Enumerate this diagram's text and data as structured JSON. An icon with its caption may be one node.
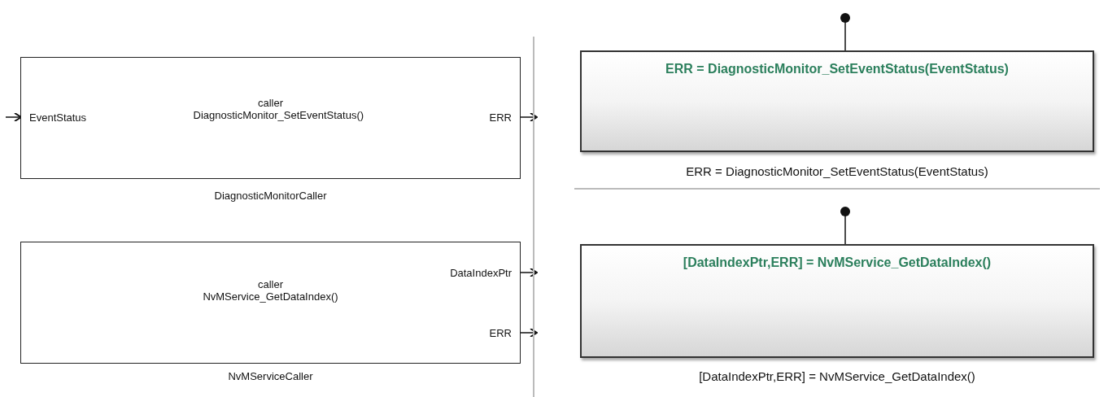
{
  "diagram": {
    "nodes": [
      {
        "text": [
          "EventStatus",
          "caller DiagnosticMonitor_SetEventStatus()",
          "ERR"
        ],
        "beside": [
          "DiagnosticMonitorCaller"
        ]
      },
      {
        "text": [
          "DataIndexPtr",
          "caller NvMService_GetDataIndex()",
          "ERR"
        ],
        "beside": [
          "NvMServiceCaller"
        ]
      },
      {
        "text": [
          "ERR = DiagnosticMonitor_SetEventStatus(EventStatus)"
        ],
        "beside": [
          "ERR = DiagnosticMonitor_SetEventStatus(EventStatus)"
        ]
      },
      {
        "text": [
          "[DataIndexPtr,ERR] = NvMService_GetDataIndex()"
        ],
        "beside": [
          "[DataIndexPtr,ERR] = NvMService_GetDataIndex()"
        ]
      }
    ],
    "edges": [
      {
        "from": null,
        "to": 0,
        "arrow": "to"
      },
      {
        "from": 0,
        "to": null,
        "arrow": "to"
      },
      {
        "from": 1,
        "to": null,
        "arrow": "to"
      },
      {
        "from": 1,
        "to": null,
        "arrow": "to"
      },
      {
        "from": null,
        "to": 2,
        "arrow": "other"
      },
      {
        "from": null,
        "to": 3,
        "arrow": "other"
      }
    ]
  }
}
